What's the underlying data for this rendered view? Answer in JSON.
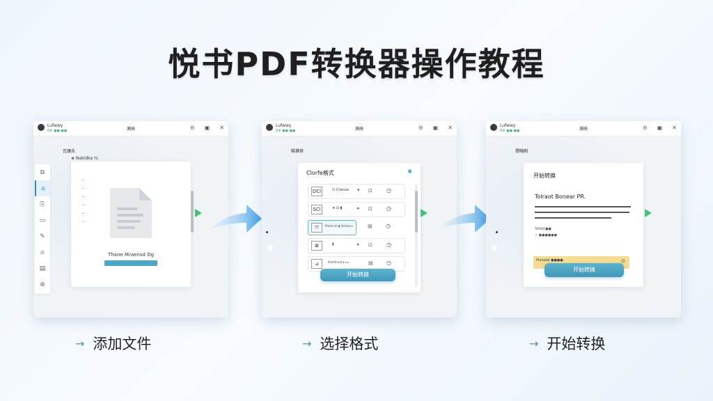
{
  "title": "悦书PDF转换器操作教程",
  "app": {
    "name": "Lufwwy",
    "sub": "B# ●● ●●",
    "window_label": "瀬廃",
    "controls": [
      "⊝",
      "▣",
      "✕"
    ]
  },
  "steps": [
    {
      "label": "添加文件",
      "panel_heading": "⽡彍灸",
      "panel_subheading": "⋇ Nakidka ⅍",
      "file_name": "Thane Mraensd Dg",
      "sidebar_icons": [
        "⧉",
        "⌂",
        "⎘",
        "▭",
        "✎",
        "⍝",
        "▤",
        "⊛"
      ]
    },
    {
      "label": "选择格式",
      "panel_heading": "睇瀬⽏",
      "dialog_title": "Clorfe格式",
      "gear_icon": "✱",
      "formats": [
        {
          "icon": "DCl",
          "label": "⊡ Clwoue",
          "sel": "▾",
          "b1": "⊡",
          "b2": "◷"
        },
        {
          "icon": "SCl",
          "label": "⋇ ⊟ ▮",
          "sel": "▸",
          "b1": "⊡",
          "b2": "◷"
        },
        {
          "icon": "⤧",
          "label": "Plarte lel ▮ Sinloes ▸",
          "sel": "",
          "b1": "▤",
          "b2": "◷"
        },
        {
          "icon": "⊠",
          "label": "▮",
          "sel": "▸",
          "b1": "⊡",
          "b2": "◷"
        },
        {
          "icon": "⊿",
          "label": "Pontdnvot ▾ ▸ ▸",
          "sel": "",
          "b1": "▤",
          "b2": "◷"
        }
      ],
      "button": "开始转换"
    },
    {
      "label": "开始转换",
      "panel_heading": "猥嘣剷",
      "dialog_title": "开始转换",
      "heading2": "Tolraot Bonear PR.",
      "meta1": "Sttbkt●●",
      "meta2": "⊹ ●●●●●●",
      "progress_text": "Pluoaiel ●●●●",
      "progress_icon": "⊙",
      "button": "开始转换"
    }
  ],
  "colors": {
    "accent": "#3f98b8",
    "arrow": "#5aa9e0",
    "green": "#47c07a",
    "highlight": "#f5dc8e"
  }
}
